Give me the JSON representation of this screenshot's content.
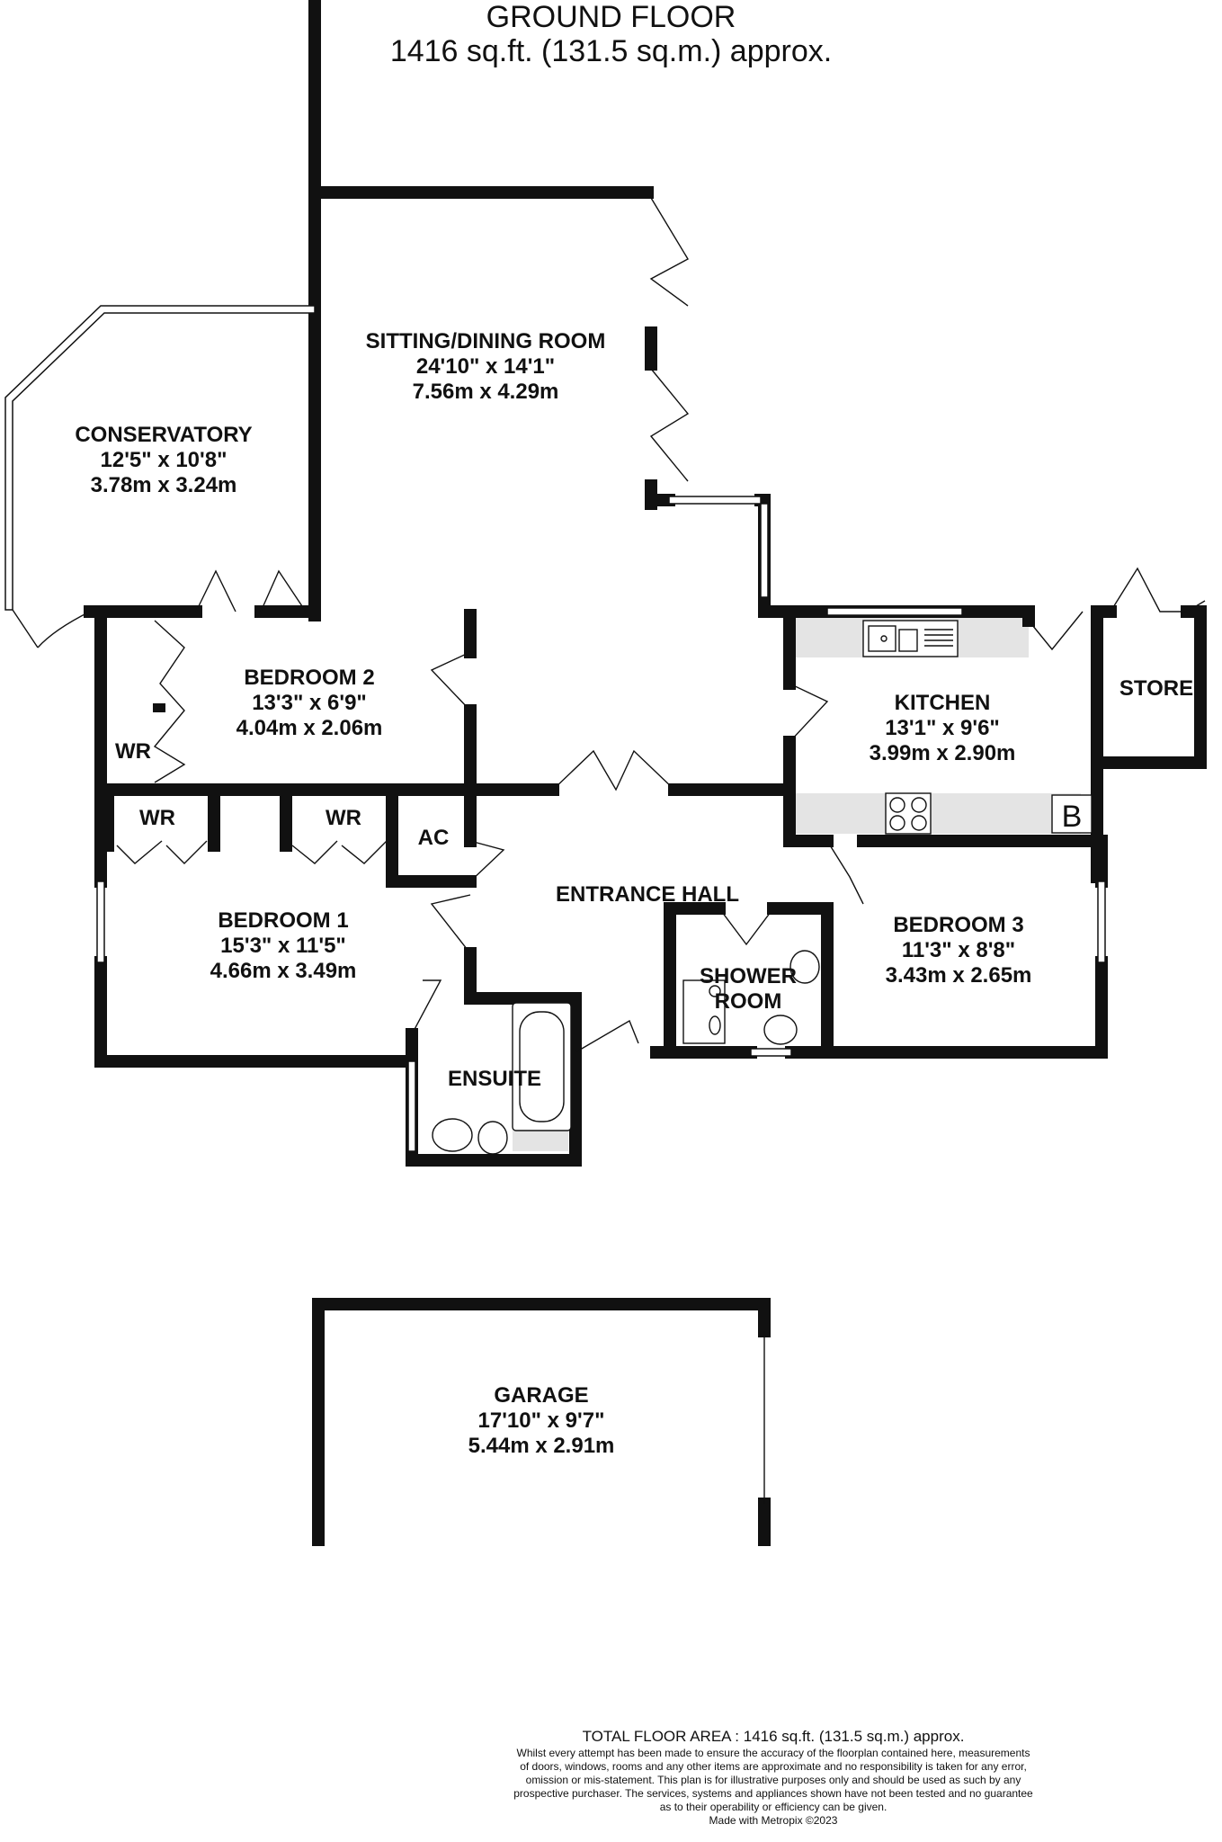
{
  "header": {
    "title": "GROUND FLOOR",
    "area": "1416 sq.ft. (131.5 sq.m.) approx."
  },
  "rooms": {
    "sitting": {
      "name": "SITTING/DINING ROOM",
      "imperial": "24'10\"  x 14'1\"",
      "metric": "7.56m  x 4.29m"
    },
    "conservatory": {
      "name": "CONSERVATORY",
      "imperial": "12'5\"  x 10'8\"",
      "metric": "3.78m  x 3.24m"
    },
    "bedroom2": {
      "name": "BEDROOM 2",
      "imperial": "13'3\"  x 6'9\"",
      "metric": "4.04m  x 2.06m"
    },
    "kitchen": {
      "name": "KITCHEN",
      "imperial": "13'1\"  x 9'6\"",
      "metric": "3.99m  x 2.90m"
    },
    "bedroom1": {
      "name": "BEDROOM 1",
      "imperial": "15'3\"  x 11'5\"",
      "metric": "4.66m  x 3.49m"
    },
    "bedroom3": {
      "name": "BEDROOM 3",
      "imperial": "11'3\"  x 8'8\"",
      "metric": "3.43m  x 2.65m"
    },
    "garage": {
      "name": "GARAGE",
      "imperial": "17'10\"  x 9'7\"",
      "metric": "5.44m  x 2.91m"
    }
  },
  "labels": {
    "store": "STORE",
    "wr": "WR",
    "ac": "AC",
    "entrance_hall": "ENTRANCE HALL",
    "shower_room": [
      "SHOWER",
      "ROOM"
    ],
    "ensuite": "ENSUITE",
    "boiler": "B"
  },
  "footer": {
    "total": "TOTAL FLOOR AREA : 1416 sq.ft. (131.5 sq.m.) approx.",
    "disclaimer": [
      "Whilst every attempt has been made to ensure the accuracy of the floorplan contained here, measurements",
      "of doors, windows, rooms and any other items are approximate and no responsibility is taken for any error,",
      "omission or mis-statement. This plan is for illustrative purposes only and should be used as such by any",
      "prospective purchaser. The services, systems and appliances shown have not been tested and no guarantee",
      "as to their operability or efficiency can be given."
    ],
    "credit": "Made with Metropix ©2023"
  }
}
